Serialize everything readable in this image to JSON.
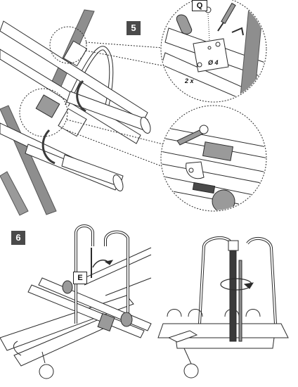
{
  "steps": [
    {
      "number": "5"
    },
    {
      "number": "6"
    }
  ],
  "labels": {
    "part_q": "Q",
    "diameter": "Ø 4",
    "quantity": "2 x",
    "part_e": "E"
  },
  "colors": {
    "line": "#2b2b2b",
    "frame_grey": "#8e8e8e",
    "badge": "#4a4a4a",
    "strap": "#3a3a3a",
    "mid_grey": "#9a9a9a",
    "fill": "#ffffff"
  }
}
